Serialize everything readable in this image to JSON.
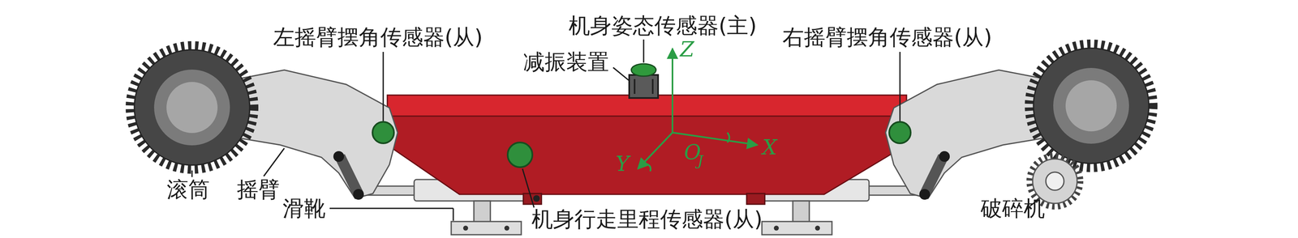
{
  "diagram": {
    "labels": [
      "机身姿态传感器(主)",
      "左摇臂摆角传感器(从)",
      "减振装置",
      "右摇臂摆角传感器(从)",
      "Z",
      "X",
      "Y",
      "O",
      "J",
      "滚筒",
      "摇臂",
      "滑靴",
      "机身行走里程传感器(从)",
      "破碎机"
    ]
  }
}
